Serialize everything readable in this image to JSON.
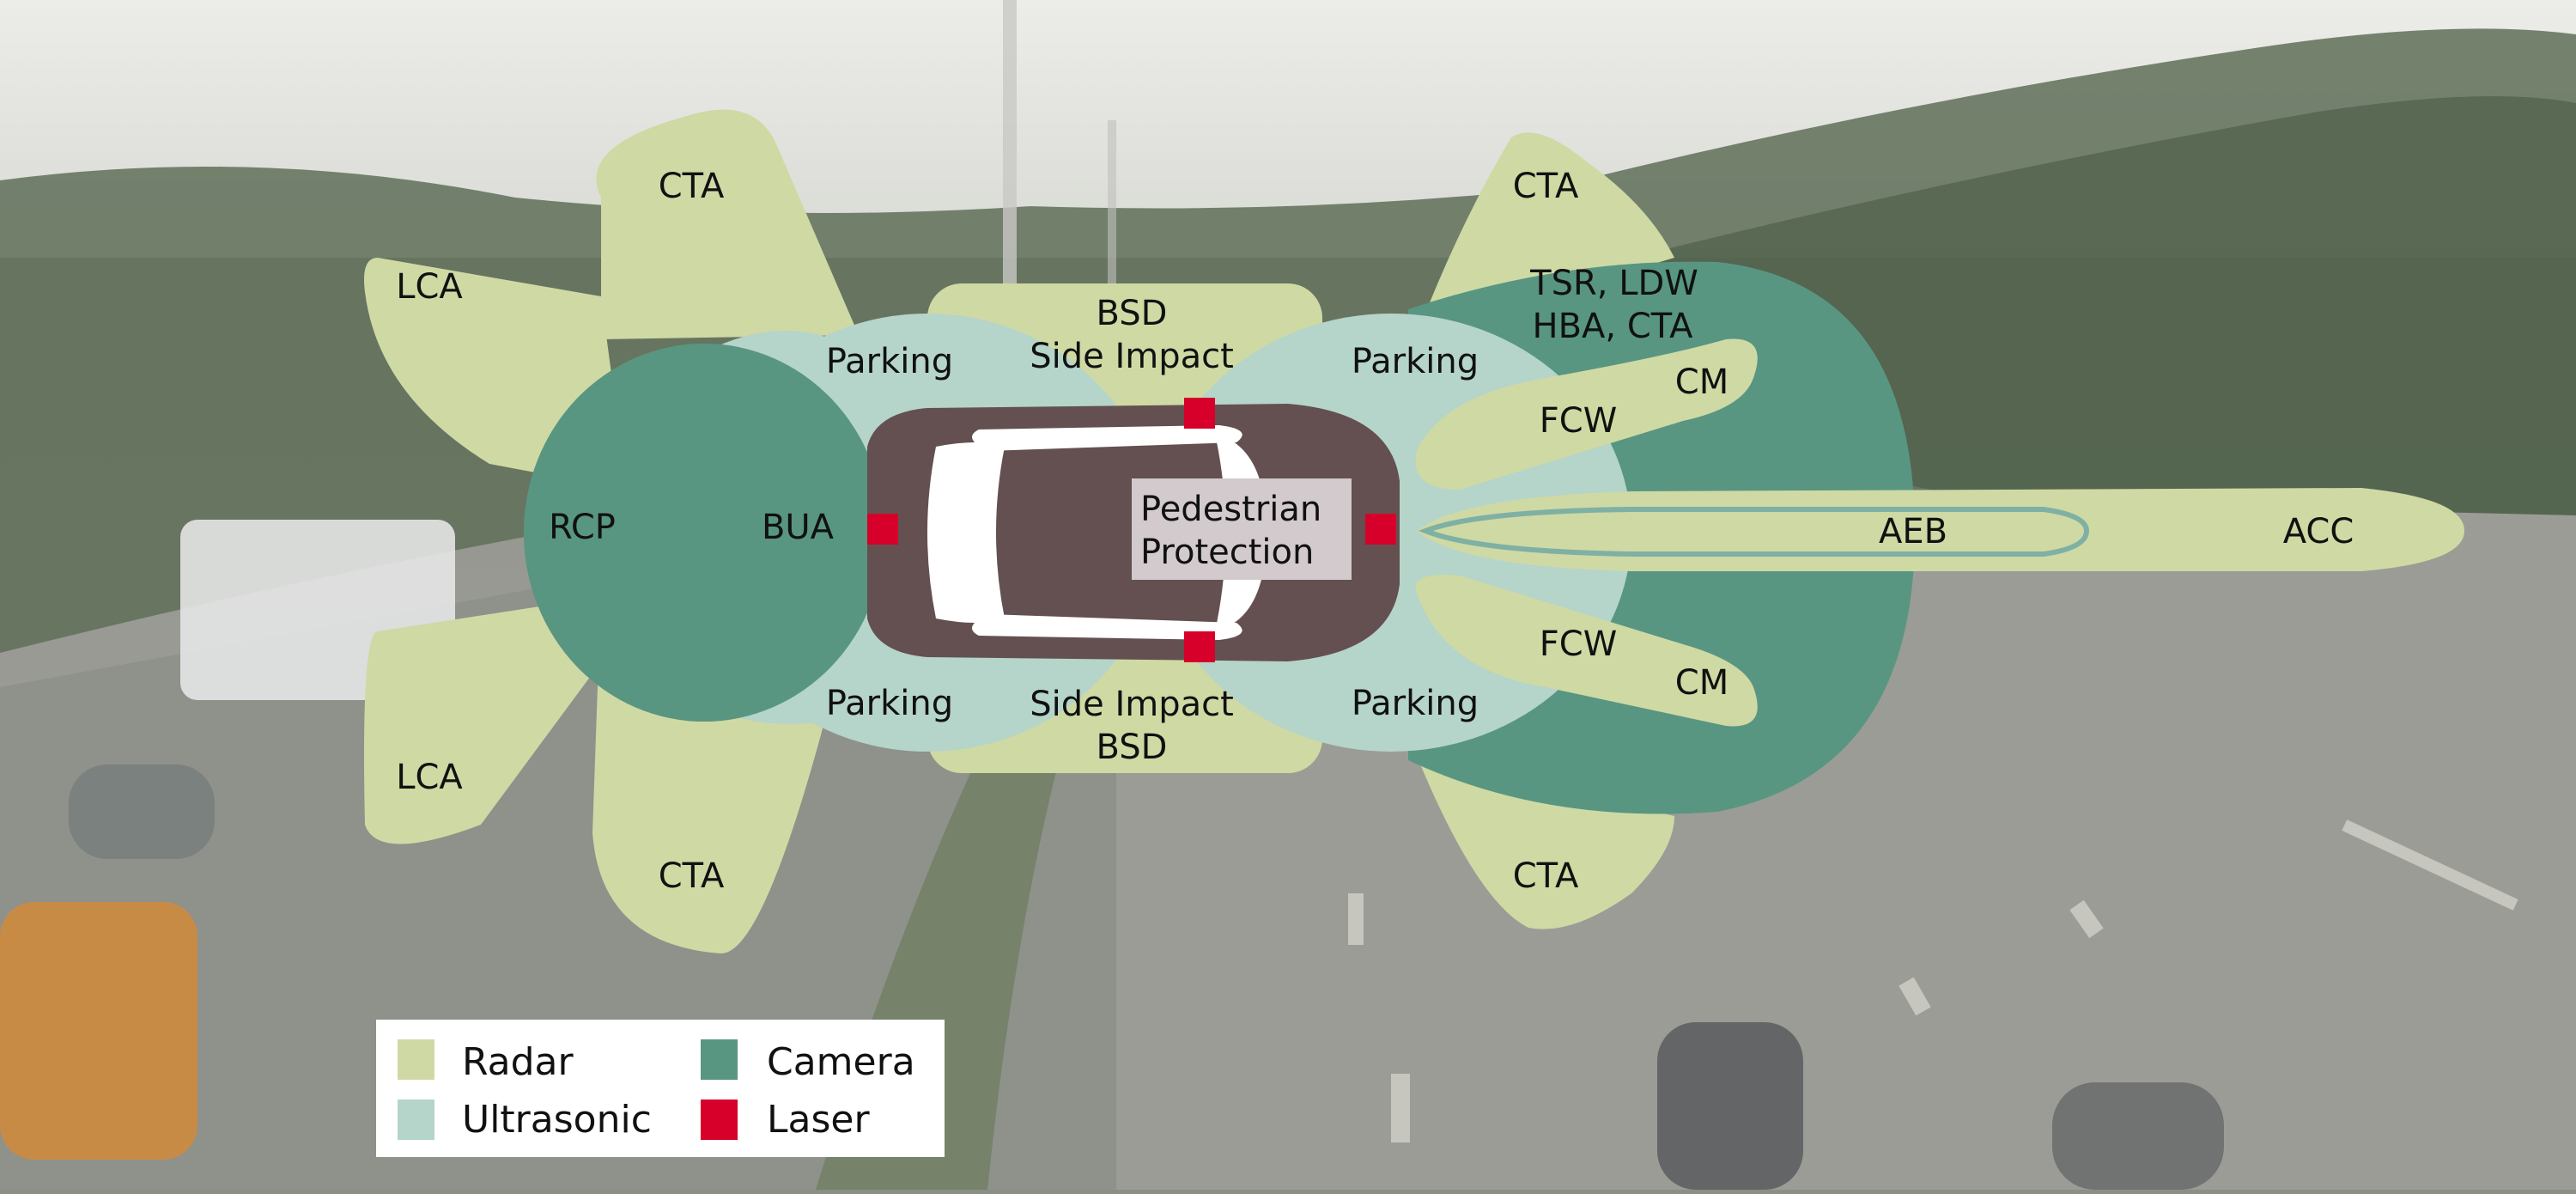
{
  "colors": {
    "radar": "#cfd9a4",
    "ultrasonic": "#b5d4ca",
    "camera": "#589682",
    "laser": "#d6002a",
    "car_body": "#645050",
    "ped_box": "#d2cacc",
    "legend_bg": "#ffffff"
  },
  "rear": {
    "lca_top": "LCA",
    "cta_top": "CTA",
    "lca_bottom": "LCA",
    "cta_bottom": "CTA",
    "rcp": "RCP",
    "bua": "BUA",
    "parking_top": "Parking",
    "parking_bottom": "Parking"
  },
  "side": {
    "top_line1": "BSD",
    "top_line2": "Side Impact",
    "bottom_line1": "Side Impact",
    "bottom_line2": "BSD"
  },
  "front": {
    "cta_top": "CTA",
    "cta_bottom": "CTA",
    "parking_top": "Parking",
    "parking_bottom": "Parking",
    "camera_line1": "TSR, LDW",
    "camera_line2": "HBA, CTA",
    "fcw_top": "FCW",
    "cm_top": "CM",
    "fcw_bottom": "FCW",
    "cm_bottom": "CM",
    "aeb": "AEB",
    "acc": "ACC"
  },
  "pedestrian": {
    "line1": "Pedestrian",
    "line2": "Protection"
  },
  "legend": {
    "radar": "Radar",
    "camera": "Camera",
    "ultrasonic": "Ultrasonic",
    "laser": "Laser"
  }
}
